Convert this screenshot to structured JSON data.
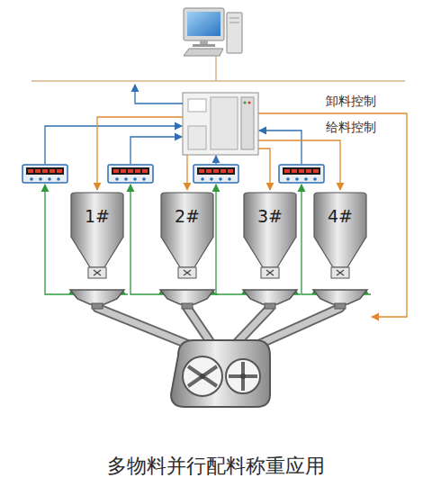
{
  "diagram": {
    "caption": "多物料并行配料称重应用",
    "nodes": [
      {
        "text": [
          "1#"
        ]
      },
      {
        "text": [
          "2#"
        ]
      },
      {
        "text": [
          "3#"
        ]
      },
      {
        "text": [
          "4#"
        ]
      }
    ],
    "labels": [
      "卸料控制",
      "给料控制"
    ]
  }
}
